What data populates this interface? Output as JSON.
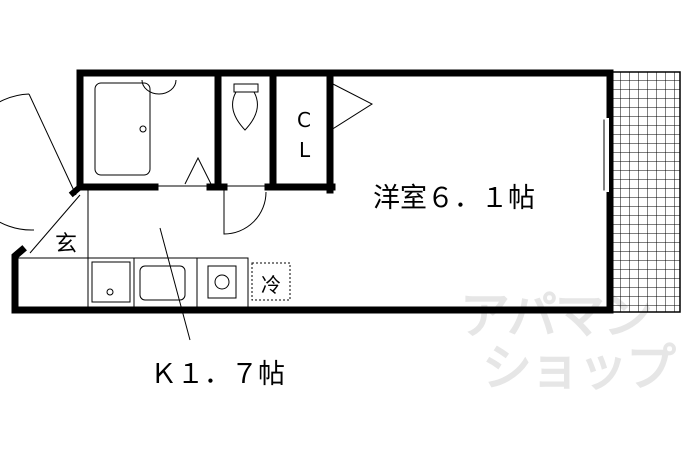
{
  "rooms": {
    "western_room": "洋室６．１帖",
    "kitchen": "Ｋ１．７帖",
    "entrance": "玄",
    "fridge": "冷",
    "closet_c": "C",
    "closet_l": "L"
  },
  "watermark": {
    "line1": "アパマン",
    "line2": "ショップ"
  }
}
